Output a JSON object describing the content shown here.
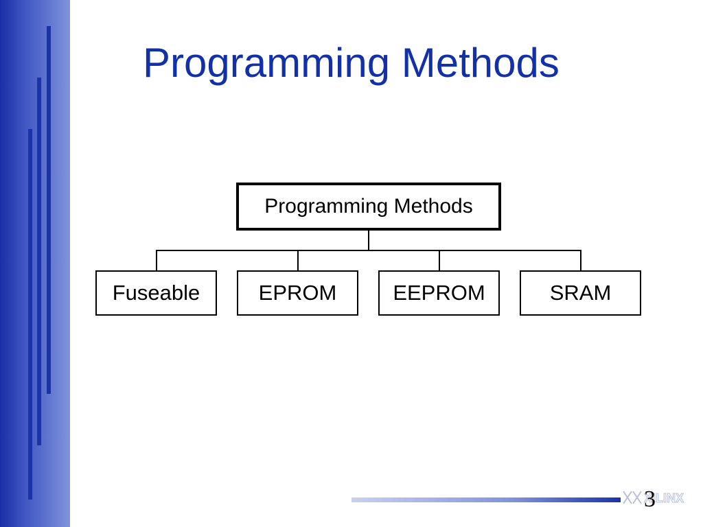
{
  "slide": {
    "title": "Programming Methods",
    "page_number": "3"
  },
  "diagram": {
    "root": {
      "label": "Programming Methods"
    },
    "children": [
      {
        "label": "Fuseable"
      },
      {
        "label": "EPROM"
      },
      {
        "label": "EEPROM"
      },
      {
        "label": "SRAM"
      }
    ]
  },
  "brand": {
    "logo_text": "XILINX",
    "logo_icon": "xilinx-logo-icon"
  },
  "colors": {
    "title": "#1230a8",
    "band_dark": "#1a2ea6",
    "band_light": "#7f93dc"
  }
}
